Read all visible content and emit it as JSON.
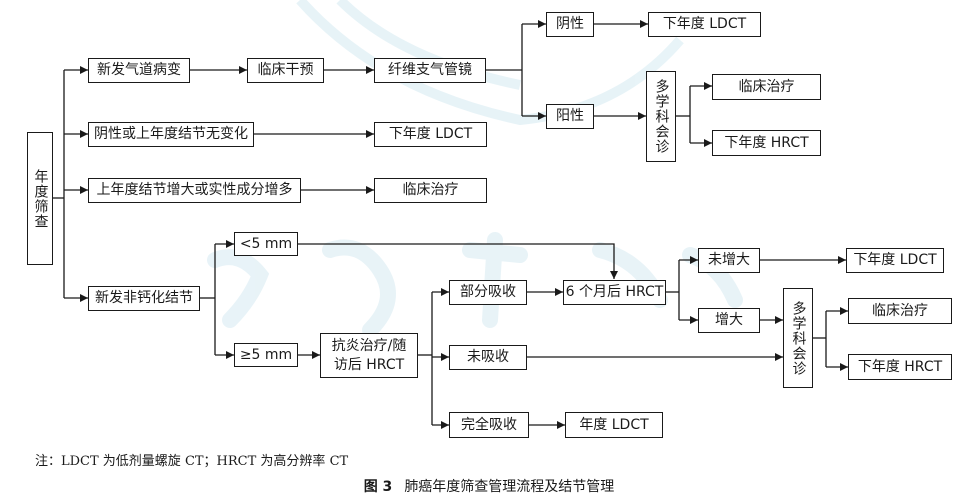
{
  "nodes": {
    "annual_screening": "年度筛查",
    "new_airway_lesion": "新发气道病变",
    "clinical_intervention_1": "临床干预",
    "bronchoscopy": "纤维支气管镜",
    "negative": "阴性",
    "ldct_next_year_1": "下年度 LDCT",
    "positive": "阳性",
    "mdt_1": "多学科会诊",
    "clinical_treatment_1": "临床治疗",
    "hrct_next_year": "下年度 HRCT",
    "negative_or_unchanged": "阴性或上年度结节无变化",
    "ldct_next_year_2": "下年度 LDCT",
    "nodule_enlarged": "上年度结节增大或实性成分增多",
    "clinical_treatment_2": "临床治疗",
    "new_noncalcified": "新发非钙化结节",
    "lt5mm": "<5 mm",
    "ge5mm": "≥5 mm",
    "anti_inflammatory": "抗炎治疗/随访后 HRCT",
    "partial_absorption": "部分吸收",
    "hrct_6_months": "6 个月后 HRCT",
    "not_enlarged": "未增大",
    "ldct_next_year_3": "下年度 LDCT",
    "enlarged": "增大",
    "mdt_2": "多学科会诊",
    "clinical_treatment_3": "临床治疗",
    "hrct_next_year_2": "下年度 HRCT",
    "no_absorption": "未吸收",
    "complete_absorption": "完全吸收",
    "annual_ldct": "年度 LDCT"
  },
  "note": "注：LDCT 为低剂量螺旋 CT；HRCT 为高分辨率 CT",
  "caption": {
    "figure_label": "图 3",
    "title": "肺癌年度筛查管理流程及结节管理"
  },
  "colors": {
    "line": "#1a1a1a",
    "watermark": "#cfe6ef"
  }
}
